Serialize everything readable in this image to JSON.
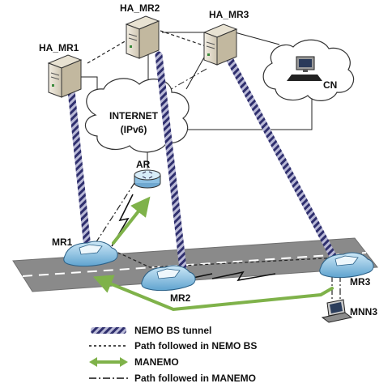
{
  "nodes": {
    "ha_mr1": "HA_MR1",
    "ha_mr2": "HA_MR2",
    "ha_mr3": "HA_MR3",
    "cn": "CN",
    "internet_line1": "INTERNET",
    "internet_line2": "(IPv6)",
    "ar": "AR",
    "mr1": "MR1",
    "mr2": "MR2",
    "mr3": "MR3",
    "mnn3": "MNN3"
  },
  "legend": {
    "tunnel": "NEMO BS tunnel",
    "nemo_path": "Path followed in NEMO BS",
    "manemo": "MANEMO",
    "manemo_path": "Path followed in MANEMO"
  },
  "colors": {
    "tunnel": "#3b3b88",
    "manemo_arrow": "#7fb24a",
    "car": "#8fc6e8",
    "road": "#8a8a8a"
  }
}
